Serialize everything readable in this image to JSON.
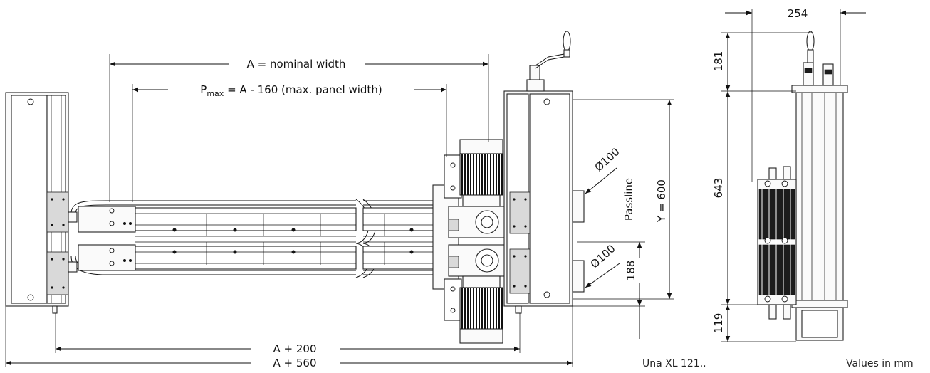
{
  "labels": {
    "nominal_width": "A = nominal width",
    "pmax_prefix": "P",
    "pmax_sub": "max",
    "pmax_rest": " = A - 160 (max. panel width)",
    "a_plus_200": "A + 200",
    "a_plus_560": "A + 560",
    "passline": "Passline",
    "y_600": "Y = 600",
    "dia_upper": "Ø100",
    "dia_lower": "Ø100",
    "dim_188": "188",
    "dim_254": "254",
    "dim_181": "181",
    "dim_643": "643",
    "dim_119": "119"
  },
  "footer": {
    "model": "Una XL 121..",
    "units": "Values in mm"
  },
  "colors": {
    "line": "#111111",
    "motor": "#1c1c1c",
    "background": "#ffffff"
  }
}
